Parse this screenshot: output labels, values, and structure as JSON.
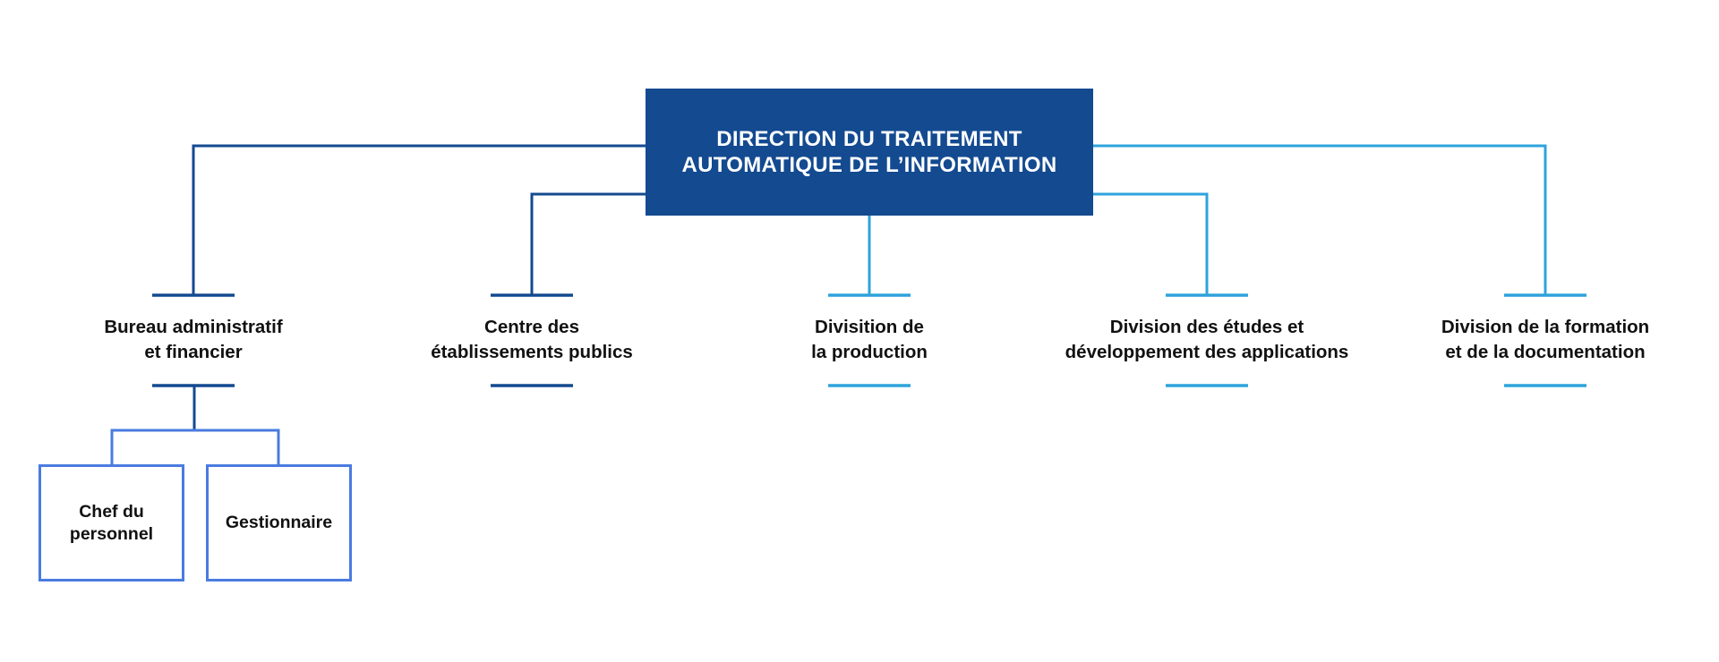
{
  "root": {
    "title": "DIRECTION DU TRAITEMENT\nAUTOMATIQUE DE L’INFORMATION"
  },
  "divisions": [
    {
      "label": "Bureau administratif\net financier"
    },
    {
      "label": "Centre des\nétablissements publics"
    },
    {
      "label": "Divisition de\nla production"
    },
    {
      "label": "Division des études et\ndéveloppement des applications"
    },
    {
      "label": "Division de la formation\net de la documentation"
    }
  ],
  "sub_units": [
    {
      "label": "Chef du\npersonnel"
    },
    {
      "label": "Gestionnaire"
    }
  ],
  "colors": {
    "root_fill": "#134a90",
    "dark_connector": "#134a90",
    "light_connector": "#2ea3dc",
    "sub_box_border": "#4a7be0",
    "sub_connector": "#4a7be0"
  }
}
